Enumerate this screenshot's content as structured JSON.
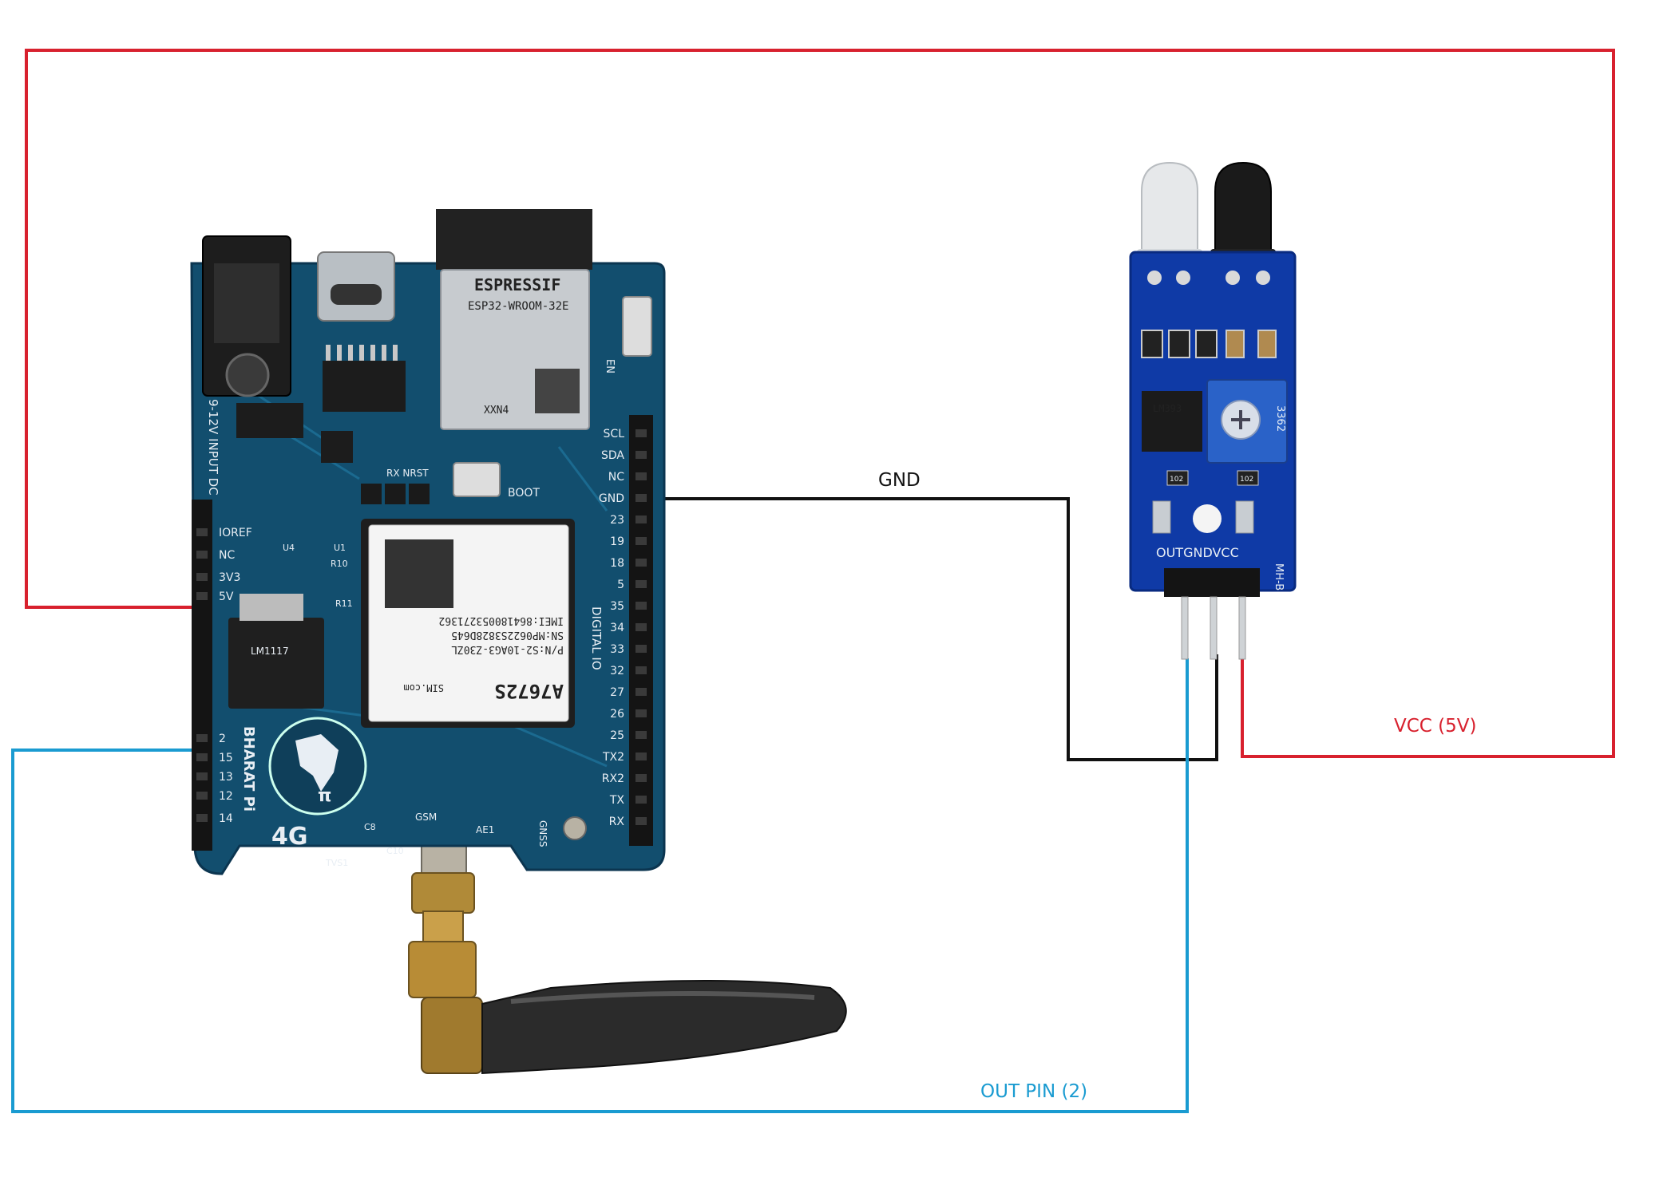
{
  "wires": {
    "gnd_label": "GND",
    "vcc_label": "VCC (5V)",
    "out_label": "OUT PIN (2)",
    "colors": {
      "vcc": "#d8212e",
      "gnd": "#111111",
      "out": "#1a9bd1"
    }
  },
  "main_board": {
    "brand": "BHARAT Pi",
    "badge": "4G",
    "wifi_module": {
      "maker": "ESPRESSIF",
      "model": "ESP32-WROOM-32E",
      "code": "XXN4"
    },
    "gsm_module": {
      "model": "A7672S",
      "maker": "SIM.com",
      "pn": "P/N:S2-10AG3-Z30ZL",
      "sn": "SN:MP0622S3828D645",
      "imei": "IMEI:864180053271362"
    },
    "left_header": [
      "IOREF",
      "NC",
      "3V3",
      "5V",
      "2",
      "15",
      "13",
      "12",
      "14"
    ],
    "right_header": [
      "SCL",
      "SDA",
      "NC",
      "GND",
      "23",
      "19",
      "18",
      "5",
      "35",
      "34",
      "33",
      "32",
      "27",
      "26",
      "25",
      "TX2",
      "RX2",
      "TX",
      "RX"
    ],
    "side_labels": {
      "power_in": "9-12V INPUT DC",
      "digital": "DIGITAL IO"
    },
    "misc_labels": {
      "boot": "BOOT",
      "en": "EN",
      "gsm": "GSM",
      "ae1": "AE1",
      "gnss": "GNSS",
      "rx_nrst": "RX NRST",
      "tvs1": "TVS1",
      "c8": "C8",
      "c10": "C10",
      "reg": "LM1117",
      "ref": "R10",
      "u4": "U4",
      "u1": "U1",
      "r11": "R11"
    }
  },
  "sensor_board": {
    "pins": "OUTGNDVCC",
    "model": "MH-B",
    "pot_code": "3362",
    "chip": "LM393",
    "res1": "102",
    "res2": "102"
  },
  "antenna": {
    "description_hidden": ""
  }
}
